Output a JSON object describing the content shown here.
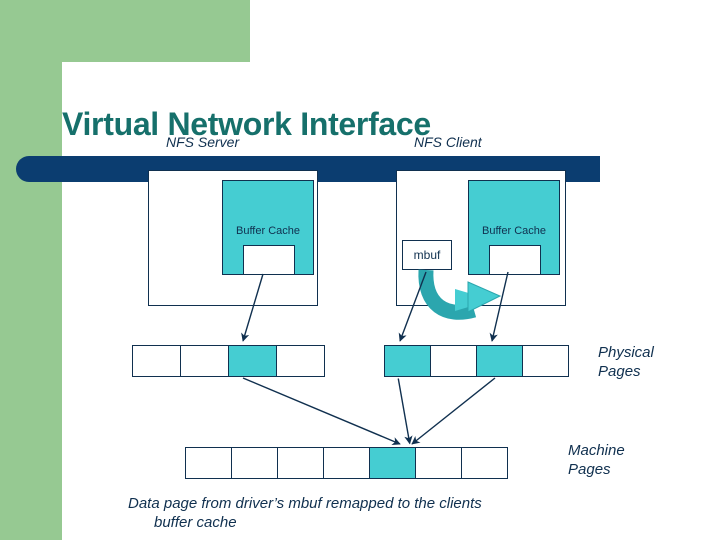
{
  "slide": {
    "title": "Virtual Network Interface",
    "caption_line1": "Data page from driver’s mbuf remapped to the clients",
    "caption_line2": "buffer cache"
  },
  "colors": {
    "green_band": "#96c992",
    "navy_bar": "#0b3d70",
    "title_teal": "#16706b",
    "cache_cyan": "#45cdd2",
    "outline_navy": "#10304f",
    "arrow_teal": "#2ba6ae"
  },
  "diagram": {
    "server": {
      "label": "NFS Server",
      "cache_label": "Buffer Cache"
    },
    "client": {
      "label": "NFS Client",
      "cache_label": "Buffer Cache",
      "mbuf_label": "mbuf"
    },
    "rows": [
      {
        "name": "physical-pages",
        "label_line1": "Physical",
        "label_line2": "Pages",
        "groups": [
          {
            "name": "server-physical-pages",
            "cells": [
              "empty",
              "empty",
              "filled",
              "empty"
            ]
          },
          {
            "name": "client-physical-pages",
            "cells": [
              "filled",
              "empty",
              "filled",
              "empty"
            ]
          }
        ]
      },
      {
        "name": "machine-pages",
        "label_line1": "Machine",
        "label_line2": "Pages",
        "groups": [
          {
            "name": "machine-pages-strip",
            "cells": [
              "empty",
              "empty",
              "empty",
              "empty",
              "filled",
              "empty",
              "empty"
            ]
          }
        ]
      }
    ]
  }
}
